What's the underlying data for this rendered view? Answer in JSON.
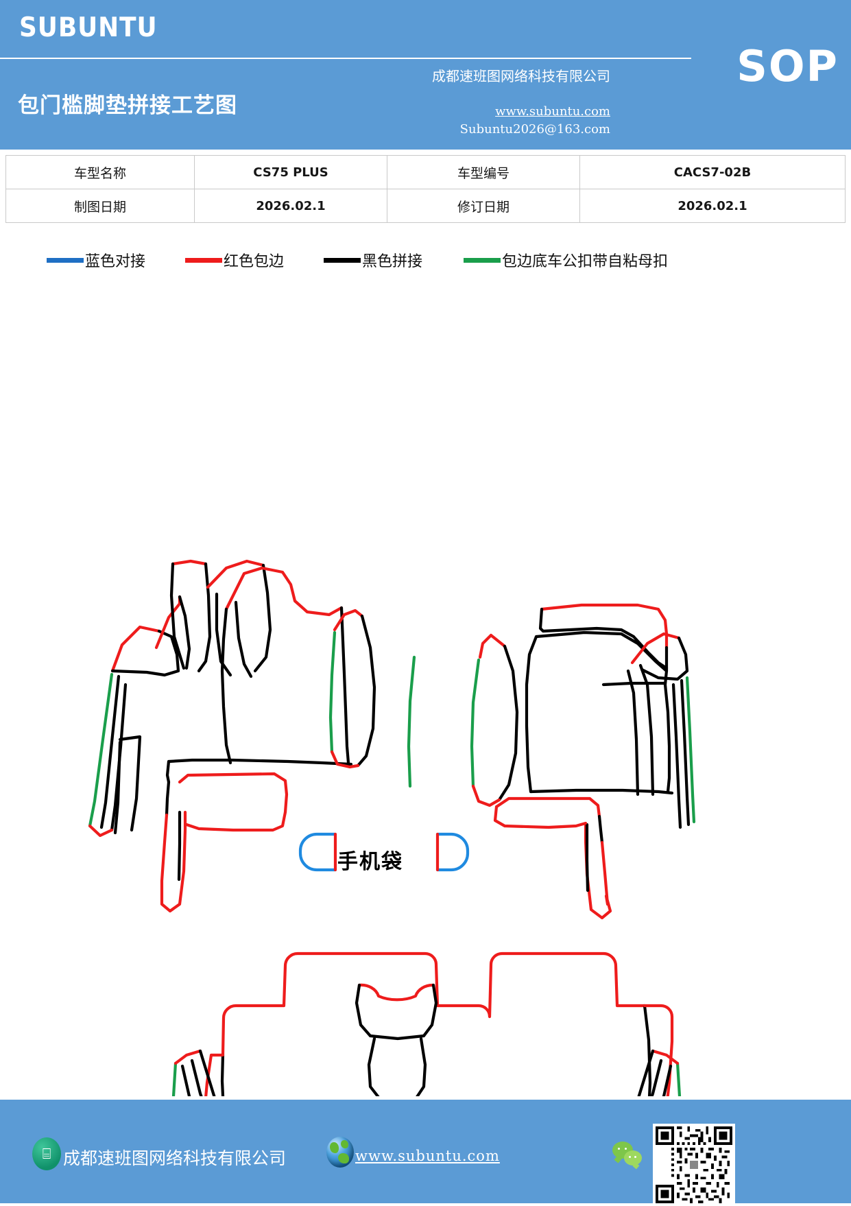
{
  "header": {
    "brand": "SUBUNTU",
    "doc_type": "SOP",
    "title": "包门槛脚垫拼接工艺图",
    "company": "成都速班图网络科技有限公司",
    "website": "www.subuntu.com",
    "email": "Subuntu2026@163.com",
    "bg_color": "#5b9bd5"
  },
  "info_table": {
    "rows": [
      {
        "label1": "车型名称",
        "value1": "CS75 PLUS",
        "label2": "车型编号",
        "value2": "CACS7-02B"
      },
      {
        "label1": "制图日期",
        "value1": "2026.02.1",
        "label2": "修订日期",
        "value2": "2026.02.1"
      }
    ]
  },
  "legend": {
    "items": [
      {
        "label": "蓝色对接",
        "color": "#1f6fc4"
      },
      {
        "label": "红色包边",
        "color": "#ee1c1c"
      },
      {
        "label": "黑色拼接",
        "color": "#000000"
      },
      {
        "label": "包边底车公扣带自粘母扣",
        "color": "#1a9e4b"
      }
    ]
  },
  "drawing": {
    "pocket_label": "手机袋",
    "stroke_colors": {
      "red": "#ee1c1c",
      "black": "#000000",
      "green": "#1a9e4b",
      "blue": "#1f8ae0"
    }
  },
  "footer": {
    "company": "成都速班图网络科技有限公司",
    "website": "www.subuntu.com",
    "bg_color": "#5b9bd5",
    "building_icon_glyph": "⌸"
  }
}
